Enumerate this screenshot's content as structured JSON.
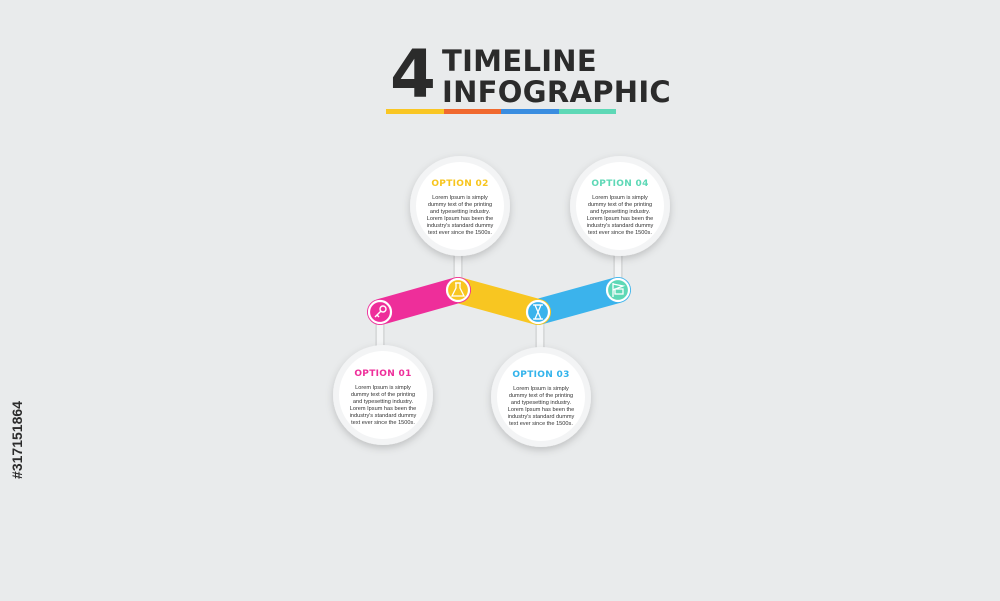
{
  "header": {
    "number": "4",
    "line1": "TIMELINE",
    "line2": "INFOGRAPHIC",
    "bar_colors": [
      "#f9c623",
      "#f0692f",
      "#3a8de0",
      "#5ed8b6"
    ]
  },
  "options": [
    {
      "title": "OPTION 01",
      "color": "#ee2e9a",
      "icon": "key-icon",
      "text": "Lorem Ipsum is simply dummy text of the printing and typesetting industry. Lorem Ipsum has been the industry's standard dummy text ever since the 1500s."
    },
    {
      "title": "OPTION 02",
      "color": "#f7c51e",
      "icon": "flask-icon",
      "text": "Lorem Ipsum is simply dummy text of the printing and typesetting industry. Lorem Ipsum has been the industry's standard dummy text ever since the 1500s."
    },
    {
      "title": "OPTION 03",
      "color": "#32b3eb",
      "icon": "hourglass-icon",
      "text": "Lorem Ipsum is simply dummy text of the printing and typesetting industry. Lorem Ipsum has been the industry's standard dummy text ever since the 1500s."
    },
    {
      "title": "OPTION 04",
      "color": "#5ed8b6",
      "icon": "flag-icon",
      "text": "Lorem Ipsum is simply dummy text of the printing and typesetting industry. Lorem Ipsum has been the industry's standard dummy text ever since the 1500s."
    }
  ],
  "watermark": "#317151864"
}
